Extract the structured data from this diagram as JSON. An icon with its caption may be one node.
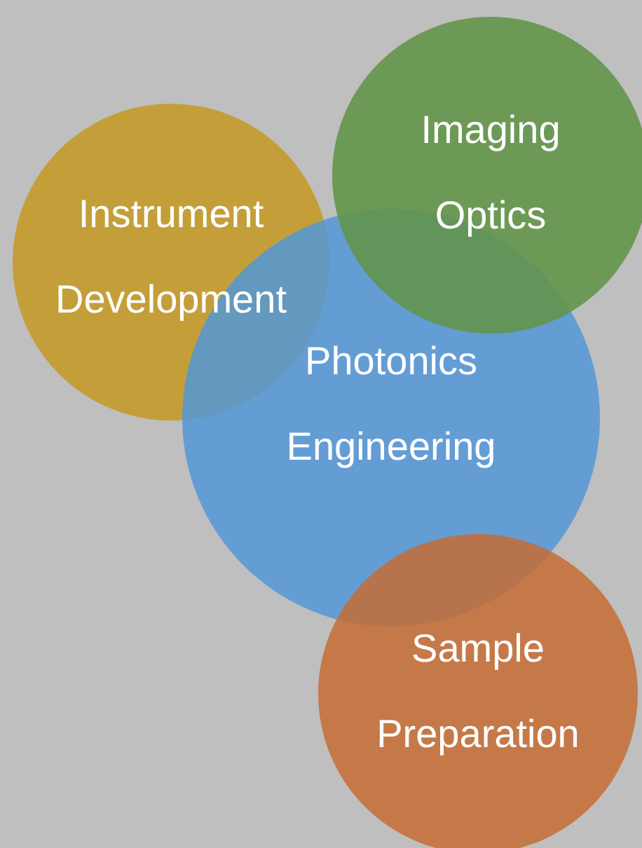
{
  "diagram": {
    "nodes": [
      {
        "text": [
          "Imaging Optics"
        ]
      },
      {
        "text": [
          "Instrument Development"
        ]
      },
      {
        "text": [
          "Photonics Engineering"
        ]
      },
      {
        "text": [
          "Sample Preparation"
        ]
      }
    ]
  }
}
